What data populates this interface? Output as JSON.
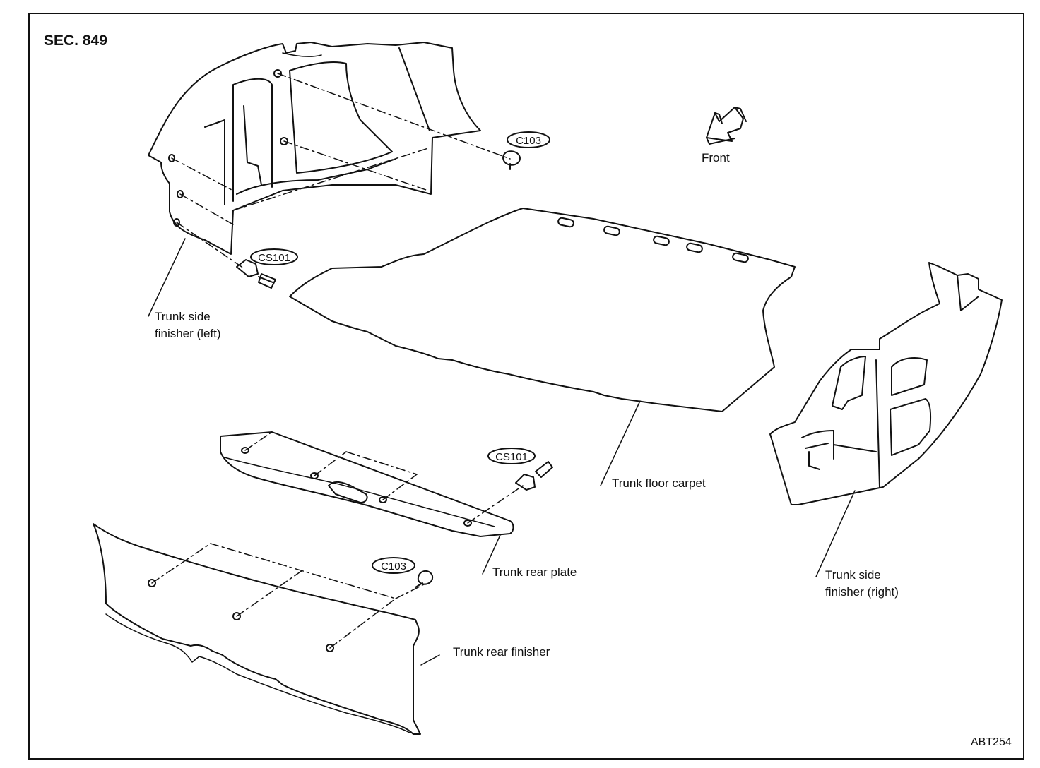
{
  "section": "SEC. 849",
  "figure_code": "ABT254",
  "front_label": "Front",
  "fastener_codes": {
    "c103": "C103",
    "cs101": "CS101"
  },
  "labels": {
    "trunk_side_left": "Trunk side\nfinisher (left)",
    "trunk_floor_carpet": "Trunk floor carpet",
    "trunk_rear_plate": "Trunk rear plate",
    "trunk_rear_finisher": "Trunk rear finisher",
    "trunk_side_right": "Trunk side\nfinisher (right)"
  }
}
